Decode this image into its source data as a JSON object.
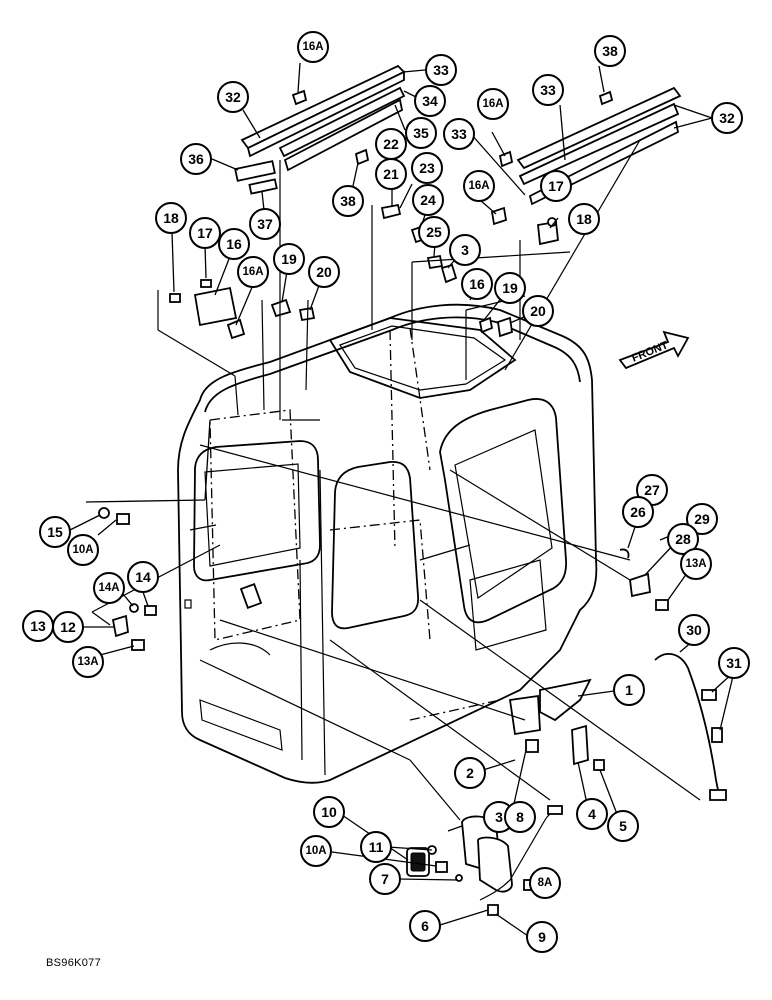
{
  "drawing_code": "BS96K077",
  "direction_label": "FRONT",
  "callouts": [
    "16A",
    "33",
    "32",
    "34",
    "35",
    "36",
    "37",
    "38",
    "22",
    "21",
    "23",
    "24",
    "38",
    "16A",
    "33",
    "32",
    "33",
    "16A",
    "17",
    "18",
    "25",
    "3",
    "16",
    "19",
    "20",
    "18",
    "17",
    "16",
    "16A",
    "19",
    "20",
    "15",
    "10A",
    "14A",
    "14",
    "13",
    "12",
    "13A",
    "27",
    "26",
    "29",
    "28",
    "13A",
    "30",
    "31",
    "1",
    "2",
    "3",
    "4",
    "5",
    "10",
    "10A",
    "11",
    "8",
    "7",
    "8A",
    "6",
    "9"
  ]
}
